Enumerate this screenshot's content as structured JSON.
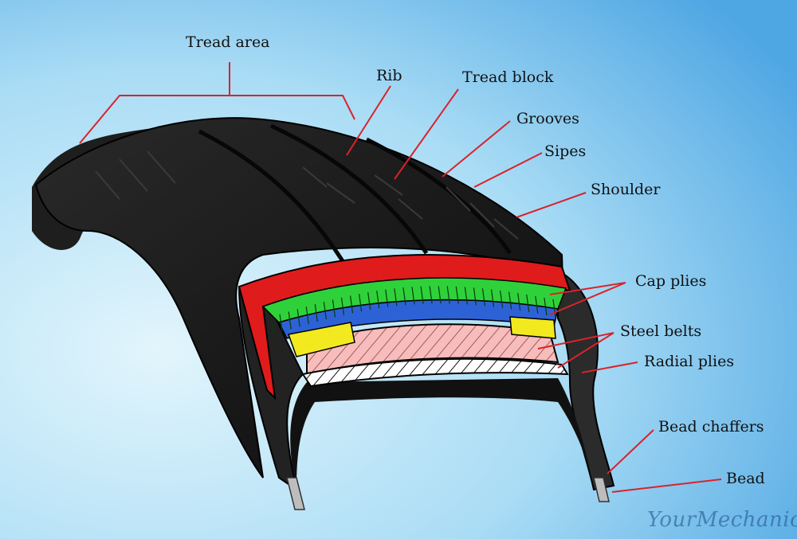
{
  "labels": {
    "tread_area": "Tread area",
    "rib": "Rib",
    "tread_block": "Tread block",
    "grooves": "Grooves",
    "sipes": "Sipes",
    "shoulder": "Shoulder",
    "cap_plies": "Cap plies",
    "steel_belts": "Steel belts",
    "radial_plies": "Radial plies",
    "bead_chaffers": "Bead chaffers",
    "bead": "Bead"
  },
  "watermark": "YourMechanic",
  "colors": {
    "background_light": "#d8f1fb",
    "background_dark": "#5bb0e6",
    "tire": "#151515",
    "leader_line": "#d9232b",
    "inner_liner": "#e01b1b",
    "cap_ply_green": "#2fd13b",
    "cap_ply_blue": "#2d62d6",
    "belt_pink": "#f5b8b8",
    "belt_yellow": "#f2ea1f"
  }
}
